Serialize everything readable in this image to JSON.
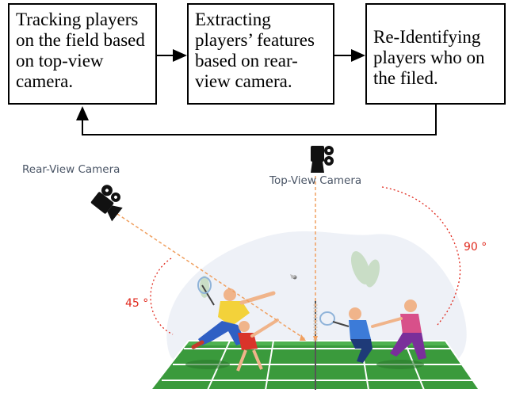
{
  "flow": {
    "step1": "Tracking players on the field based on top-view camera.",
    "step2": "Extracting players’ features based on rear-view camera.",
    "step3": "Re-Identifying players who on the filed."
  },
  "cameras": {
    "rear_label": "Rear-View Camera",
    "top_label": "Top-View Camera",
    "rear_icon": "movie-camera-icon",
    "top_icon": "movie-camera-icon"
  },
  "angles": {
    "rear": "45 °",
    "top": "90 °"
  },
  "colors": {
    "angle_arc": "#e0281c",
    "sight_line": "#f0a060",
    "court": "#3a9a3c",
    "court_lines": "#ffffff"
  }
}
